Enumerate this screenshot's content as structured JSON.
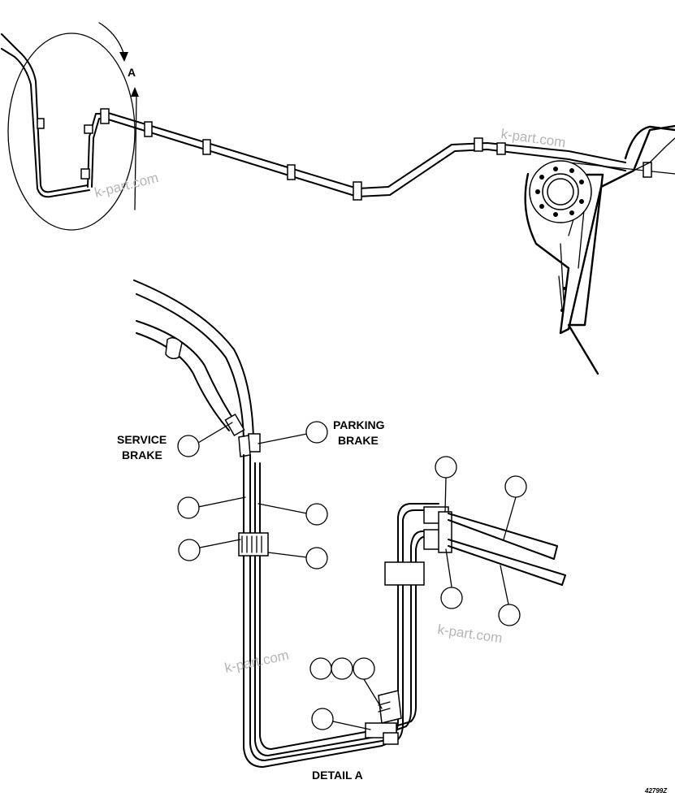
{
  "view_label": "A",
  "labels": {
    "service_brake_line1": "SERVICE",
    "service_brake_line2": "BRAKE",
    "parking_brake_line1": "PARKING",
    "parking_brake_line2": "BRAKE",
    "detail": "DETAIL A"
  },
  "watermarks": [
    "k-part.com",
    "k-part.com",
    "k-part.com",
    "k-part.com"
  ],
  "figure_number": "42799Z",
  "colors": {
    "line": "#000000",
    "background": "#ffffff",
    "watermark": "#b5b5b5"
  }
}
